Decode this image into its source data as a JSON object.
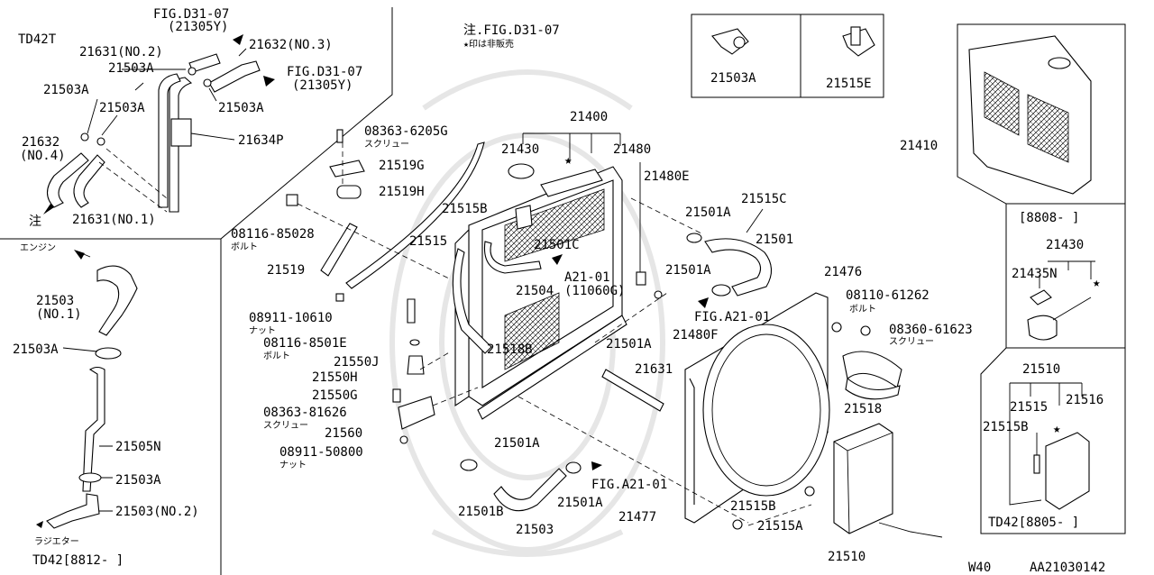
{
  "title_block": {
    "model_tag": "TD42T",
    "page_code": "W40",
    "diagram_code": "AA21030142"
  },
  "notes": {
    "ref_note": "注.FIG.D31-07",
    "not_sold": "★印は非販売",
    "caution_mark": "注"
  },
  "boxes": {
    "td42_8812": "TD42[8812-   ]",
    "sub_8808": "[8808-   ]",
    "td42_8805": "TD42[8805-   ]"
  },
  "labels": {
    "l21631_no2": "21631(NO.2)",
    "l21503a_1": "21503A",
    "l21632_no3": "21632(NO.3)",
    "fig_d31_top": "FIG.D31-07",
    "fig_d31_top_sub": "(21305Y)",
    "fig_d31_right": "FIG.D31-07",
    "fig_d31_right_sub": "(21305Y)",
    "l21503a_2": "21503A",
    "l21503a_3": "21503A",
    "l21503a_4": "21503A",
    "l21634p": "21634P",
    "l21632_no4": "21632",
    "l21632_no4_sub": "(NO.4)",
    "l21631_no1": "21631(NO.1)",
    "engine": "エンジン",
    "l21503_no1": "21503",
    "l21503_no1_sub": "(NO.1)",
    "l21503a_5": "21503A",
    "l21505n": "21505N",
    "l21503a_6": "21503A",
    "l21503_no2": "21503(NO.2)",
    "radiator": "ラジエター",
    "l21503a_box": "21503A",
    "l21515e": "21515E",
    "l21400": "21400",
    "l21430": "21430",
    "l21480": "21480",
    "l21480e": "21480E",
    "b08363_6205g": "08363-6205G",
    "screw1": "スクリュー",
    "l21519g": "21519G",
    "l21519h": "21519H",
    "l21515b": "21515B",
    "l21515c": "21515C",
    "l21501a_1": "21501A",
    "l21501": "21501",
    "b08116_85028": "08116-85028",
    "bolt1": "ボルト",
    "l21515": "21515",
    "l21501c": "21501C",
    "l21501a_2": "21501A",
    "l21519": "21519",
    "fig_a21_1": "A21-01",
    "fig_a21_1_sub": "(11060G)",
    "l21504": "21504",
    "l21476": "21476",
    "b08110_61262": "08110-61262",
    "bolt2": "ボルト",
    "fig_a21_2": "FIG.A21-01",
    "l21480f": "21480F",
    "n08911_10610": "08911-10610",
    "nut1": "ナット",
    "b08360_61623": "08360-61623",
    "screw2": "スクリュー",
    "b08116_8501e": "08116-8501E",
    "bolt3": "ボルト",
    "l21518b": "21518B",
    "l21501a_3": "21501A",
    "l21550j": "21550J",
    "l21631": "21631",
    "l21550h": "21550H",
    "l21518": "21518",
    "l21550g": "21550G",
    "b08363_81626": "08363-81626",
    "screw3": "スクリュー",
    "l21560": "21560",
    "n08911_50800": "08911-50800",
    "nut2": "ナット",
    "l21501a_4": "21501A",
    "fig_a21_3": "FIG.A21-01",
    "l21501b": "21501B",
    "l21501a_5": "21501A",
    "l21503": "21503",
    "l21477": "21477",
    "l21515b_2": "21515B",
    "l21515a": "21515A",
    "l21510": "21510",
    "l21410": "21410",
    "l21430_box": "21430",
    "l21435n": "21435N",
    "l21510_box": "21510",
    "l21515_box": "21515",
    "l21516": "21516",
    "l21515b_box": "21515B"
  }
}
